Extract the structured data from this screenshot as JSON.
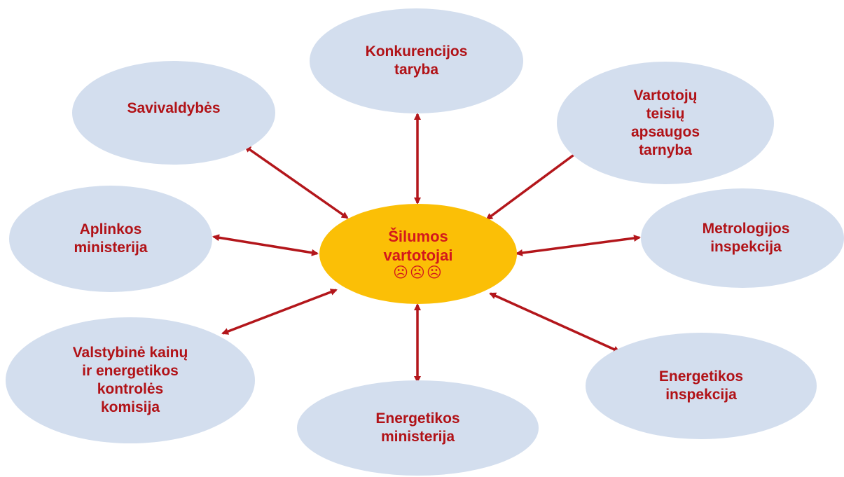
{
  "center": {
    "label": "Šilumos\nvartotojai",
    "faces": "☹☹☹"
  },
  "nodes": [
    {
      "id": "konkurencijos-taryba",
      "label": "Konkurencijos\ntaryba"
    },
    {
      "id": "vartotoju-teisiu-apsaugos-tarnyba",
      "label": "Vartotojų\nteisių\napsaugos\ntarnyba"
    },
    {
      "id": "metrologijos-inspekcija",
      "label": "Metrologijos\ninspekcija"
    },
    {
      "id": "energetikos-inspekcija",
      "label": "Energetikos\ninspekcija"
    },
    {
      "id": "energetikos-ministerija",
      "label": "Energetikos\nministerija"
    },
    {
      "id": "valstybine-kainu-komisija",
      "label": "Valstybinė kainų\nir energetikos\nkontrolės\nkomisija"
    },
    {
      "id": "aplinkos-ministerija",
      "label": "Aplinkos\nministerija"
    },
    {
      "id": "savivaldybes",
      "label": "Savivaldybės"
    }
  ],
  "colors": {
    "node_fill": "#d3deee",
    "center_fill": "#fbbf06",
    "label_text": "#b11217",
    "center_text": "#d3181c",
    "arrow": "#b3161b"
  }
}
